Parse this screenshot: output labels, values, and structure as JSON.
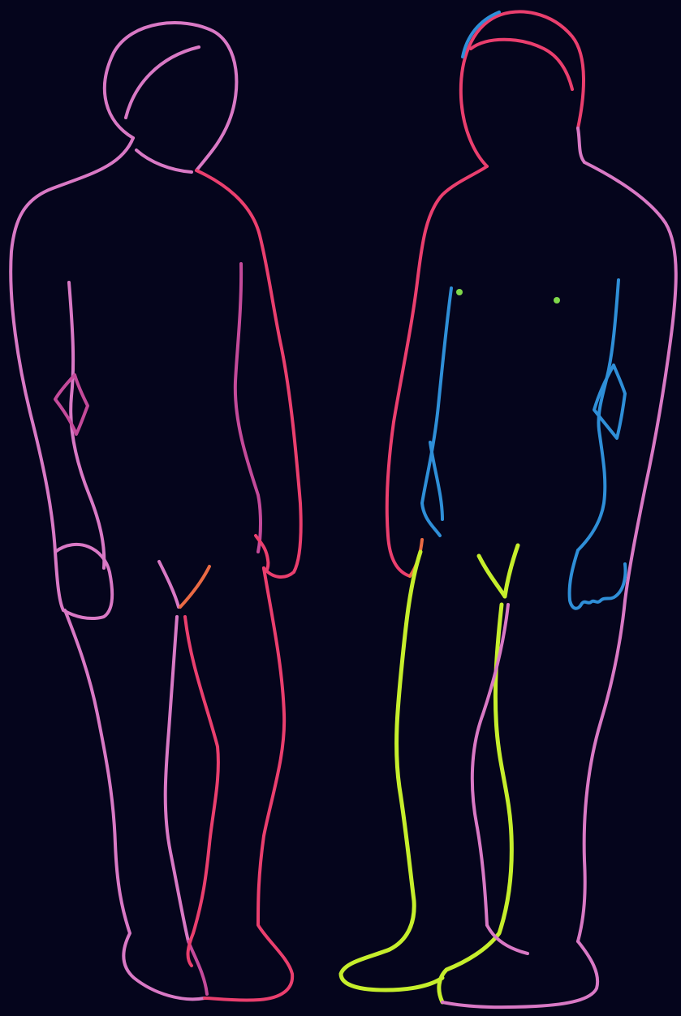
{
  "colors": {
    "background": "#05051c",
    "outline_pink": "#d979c5",
    "outline_red": "#ea3f6e",
    "outline_magenta": "#c44a9a",
    "outline_blue": "#2f8fd8",
    "outline_yellow": "#c6ee2c",
    "outline_orange": "#ea6a44",
    "dot_green": "#7fd84a"
  },
  "figures": [
    {
      "name": "left-figure",
      "stroke_colors": [
        "outline_pink",
        "outline_red",
        "outline_magenta"
      ]
    },
    {
      "name": "right-figure",
      "stroke_colors": [
        "outline_pink",
        "outline_red",
        "outline_blue",
        "outline_yellow"
      ]
    }
  ]
}
